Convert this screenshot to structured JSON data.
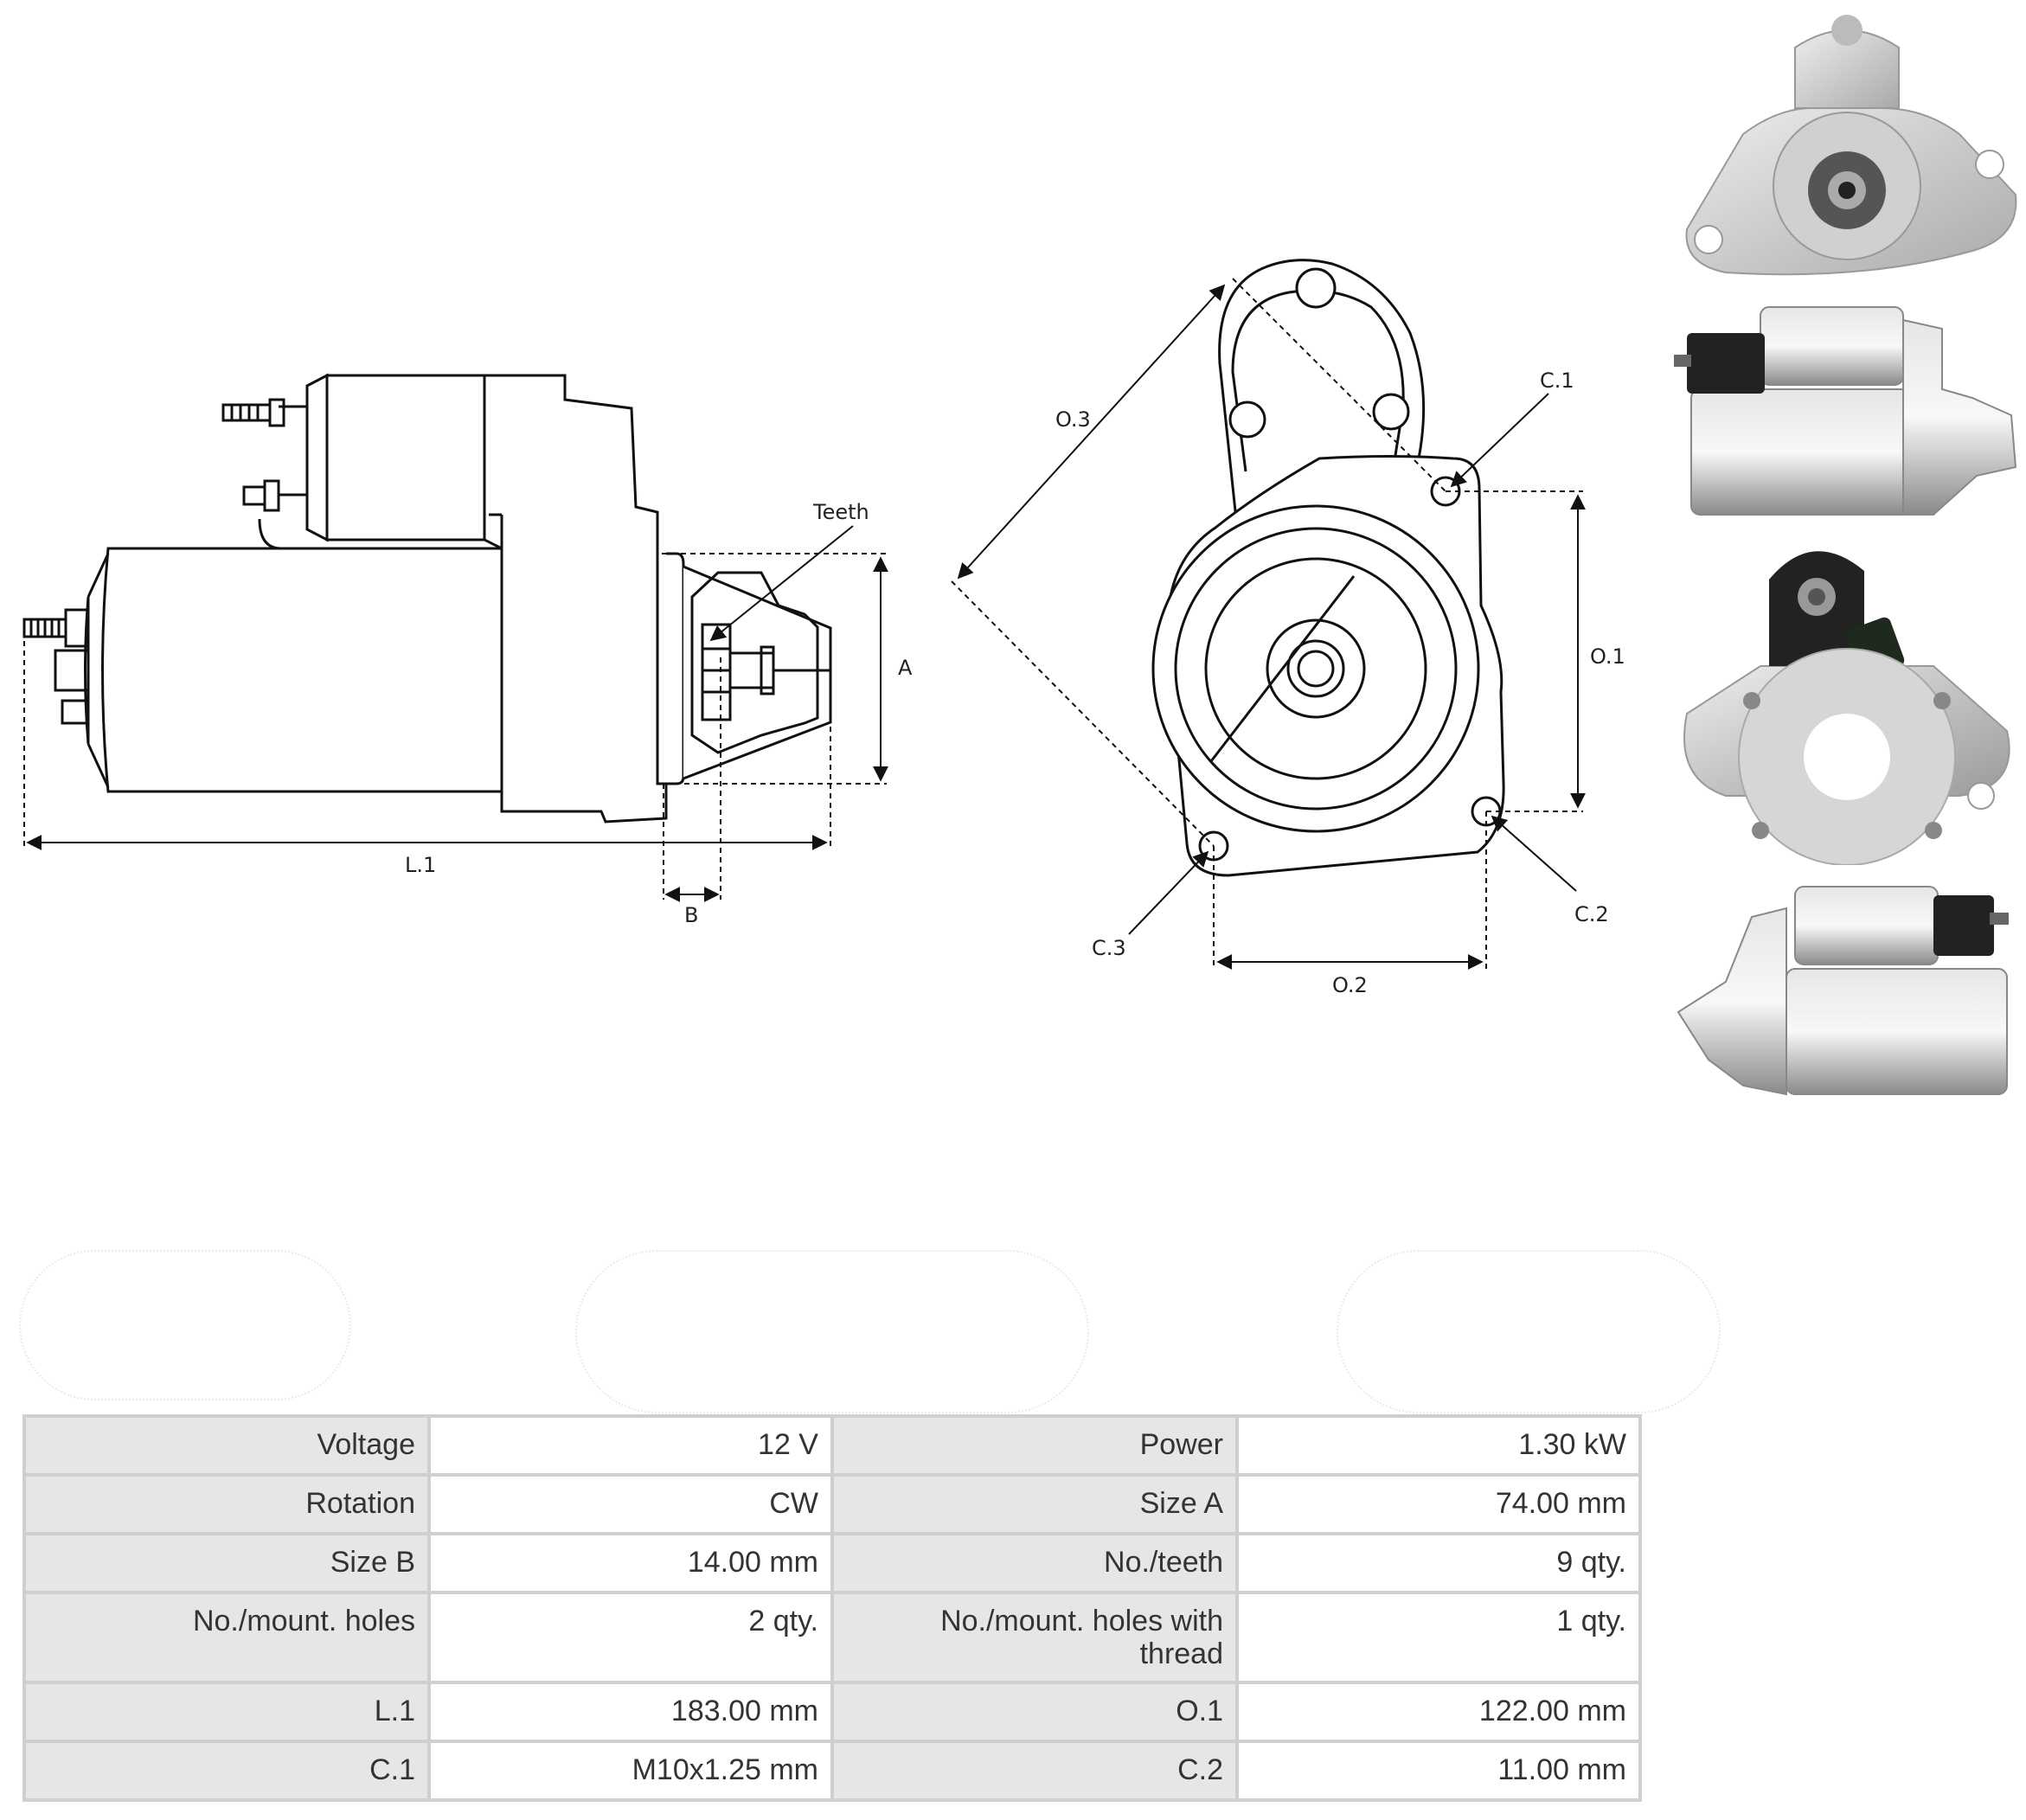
{
  "diagram_labels": {
    "teeth": "Teeth",
    "A": "A",
    "B": "B",
    "L1": "L.1",
    "O1": "O.1",
    "O2": "O.2",
    "O3": "O.3",
    "C1": "C.1",
    "C2": "C.2",
    "C3": "C.3"
  },
  "specs": {
    "rows": [
      [
        {
          "label": "Voltage",
          "value": "12 V"
        },
        {
          "label": "Power",
          "value": "1.30 kW"
        }
      ],
      [
        {
          "label": "Rotation",
          "value": "CW"
        },
        {
          "label": "Size A",
          "value": "74.00 mm"
        }
      ],
      [
        {
          "label": "Size B",
          "value": "14.00 mm"
        },
        {
          "label": "No./teeth",
          "value": "9 qty."
        }
      ],
      [
        {
          "label": "No./mount. holes",
          "value": "2 qty."
        },
        {
          "label": "No./mount. holes with thread",
          "value": "1 qty."
        }
      ],
      [
        {
          "label": "L.1",
          "value": "183.00 mm"
        },
        {
          "label": "O.1",
          "value": "122.00 mm"
        }
      ],
      [
        {
          "label": "C.1",
          "value": "M10x1.25 mm"
        },
        {
          "label": "C.2",
          "value": "11.00 mm"
        }
      ]
    ]
  },
  "colors": {
    "line": "#111111",
    "table_border": "#cfcfcf",
    "label_bg": "#e6e6e6",
    "metal": "#c8c8c8",
    "dark_plastic": "#222222"
  }
}
